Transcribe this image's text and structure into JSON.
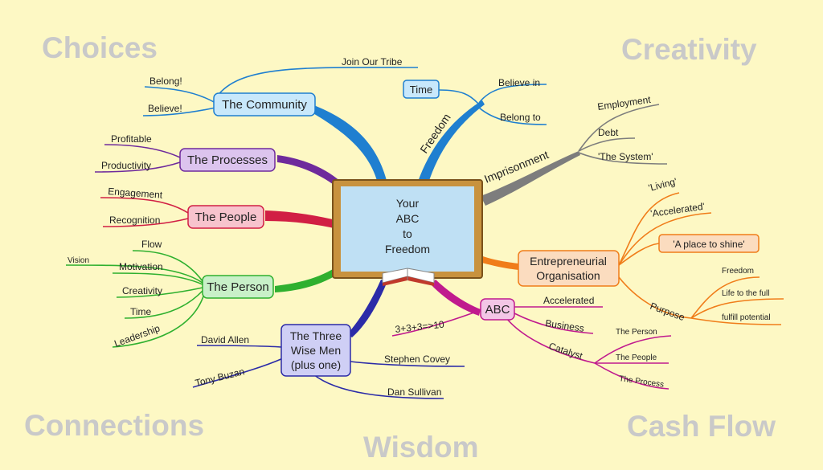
{
  "center": {
    "lines": [
      "Your",
      "ABC",
      "to",
      "Freedom"
    ]
  },
  "corners": {
    "top_left": "Choices",
    "top_right": "Creativity",
    "bottom_left": "Connections",
    "bottom_center": "Wisdom",
    "bottom_right": "Cash Flow"
  },
  "community": {
    "label": "The Community",
    "children": [
      "Join Our Tribe",
      "Belong!",
      "Believe!"
    ]
  },
  "processes": {
    "label": "The Processes",
    "children": [
      "Profitable",
      "Productivity"
    ]
  },
  "people": {
    "label": "The People",
    "children": [
      "Engagement",
      "Recognition"
    ]
  },
  "person": {
    "label": "The Person",
    "children": [
      "Vision",
      "Flow",
      "Motivation",
      "Creativity",
      "Time",
      "Leadership"
    ]
  },
  "wise_men": {
    "lines": [
      "The Three",
      "Wise Men",
      "(plus one)"
    ],
    "children": [
      "David Allen",
      "Tony Buzan",
      "Stephen Covey",
      "Dan Sullivan"
    ]
  },
  "abc": {
    "label": "ABC",
    "children": [
      "3+3+3=>10",
      "Accelerated",
      "Business",
      "Catalyst"
    ],
    "catalyst_children": [
      "The Person",
      "The People",
      "The Process"
    ]
  },
  "entrepreneurial": {
    "lines": [
      "Entrepreneurial",
      "Organisation"
    ],
    "children": [
      "'Living'",
      "'Accelerated'",
      "'A place to shine'",
      "Purpose"
    ],
    "purpose_children": [
      "Freedom",
      "Life to the full",
      "fulfill potential"
    ]
  },
  "imprisonment": {
    "label": "Imprisonment",
    "children": [
      "Employment",
      "Debt",
      "'The System'"
    ]
  },
  "freedom": {
    "label": "Freedom",
    "time": "Time",
    "children": [
      "Believe in",
      "Belong to"
    ]
  }
}
